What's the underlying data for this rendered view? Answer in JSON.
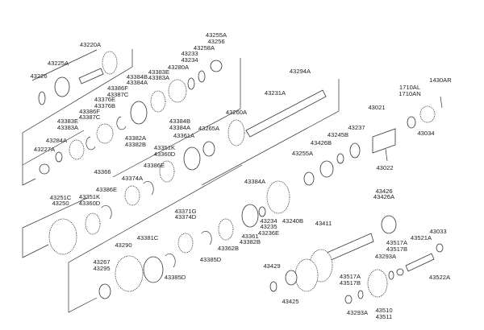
{
  "diagram": {
    "type": "exploded-parts-diagram",
    "labels": {
      "p43220A": "43220A",
      "p43225A": "43225A",
      "p43226": "43226",
      "p43255A": "43255A",
      "p43256": "43256",
      "p43258A": "43258A",
      "p43233": "43233",
      "p43234a": "43234",
      "p43280A": "43280A",
      "p43383E_1": "43383E",
      "p43383A_1": "43383A",
      "p43384B_1": "43384B",
      "p43384A_1": "43384A",
      "p43386F_1": "43386F",
      "p43387C_1": "43387C",
      "p43376E": "43376E",
      "p43376B": "43376B",
      "p43386F_2": "43386F",
      "p43387C_2": "43387C",
      "p43383E_2": "43383E",
      "p43383A_2": "43383A",
      "p43284A": "43284A",
      "p43227A": "43227A",
      "p43382A": "43382A",
      "p43382B_1": "43382B",
      "p43384B_2": "43384B",
      "p43384A_2": "43384A",
      "p43361A": "43361A",
      "p43265A": "43265A",
      "p43260A": "43260A",
      "p43351K_1": "43351K",
      "p43360D_1": "43360D",
      "p43294A": "43294A",
      "p43231A": "43231A",
      "p43021": "43021",
      "p1710AL": "1710AL",
      "p1710AN": "1710AN",
      "p1430AR": "1430AR",
      "p43034": "43034",
      "p43237": "43237",
      "p43245B": "43245B",
      "p43426B": "43426B",
      "p43255A_2": "43255A",
      "p43022": "43022",
      "p43366": "43366",
      "p43386E_1": "43386E",
      "p43374A": "43374A",
      "p43386E_2": "43386E",
      "p43251C": "43251C",
      "p43250": "43250",
      "p43351K_2": "43351K",
      "p43360D_2": "43360D",
      "p43371G": "43371G",
      "p43374D": "43374D",
      "p43381C": "43381C",
      "p43290": "43290",
      "p43267": "43267",
      "p43295": "43295",
      "p43385D_1": "43385D",
      "p43385D_2": "43385D",
      "p43362B": "43362B",
      "p43384A_3": "43384A",
      "p43234b": "43234",
      "p43235": "43235",
      "p43236E": "43236E",
      "p43240B": "43240B",
      "p43361": "43361",
      "p43382B_2": "43382B",
      "p43426": "43426",
      "p43426A": "43426A",
      "p43411": "43411",
      "p43033": "43033",
      "p43521A": "43521A",
      "p43517A_1": "43517A",
      "p43517B_1": "43517B",
      "p43293A_1": "43293A",
      "p43522A": "43522A",
      "p43429": "43429",
      "p43425": "43425",
      "p43517A_2": "43517A",
      "p43517B_2": "43517B",
      "p43293A_2": "43293A",
      "p43510": "43510",
      "p43511": "43511"
    }
  }
}
